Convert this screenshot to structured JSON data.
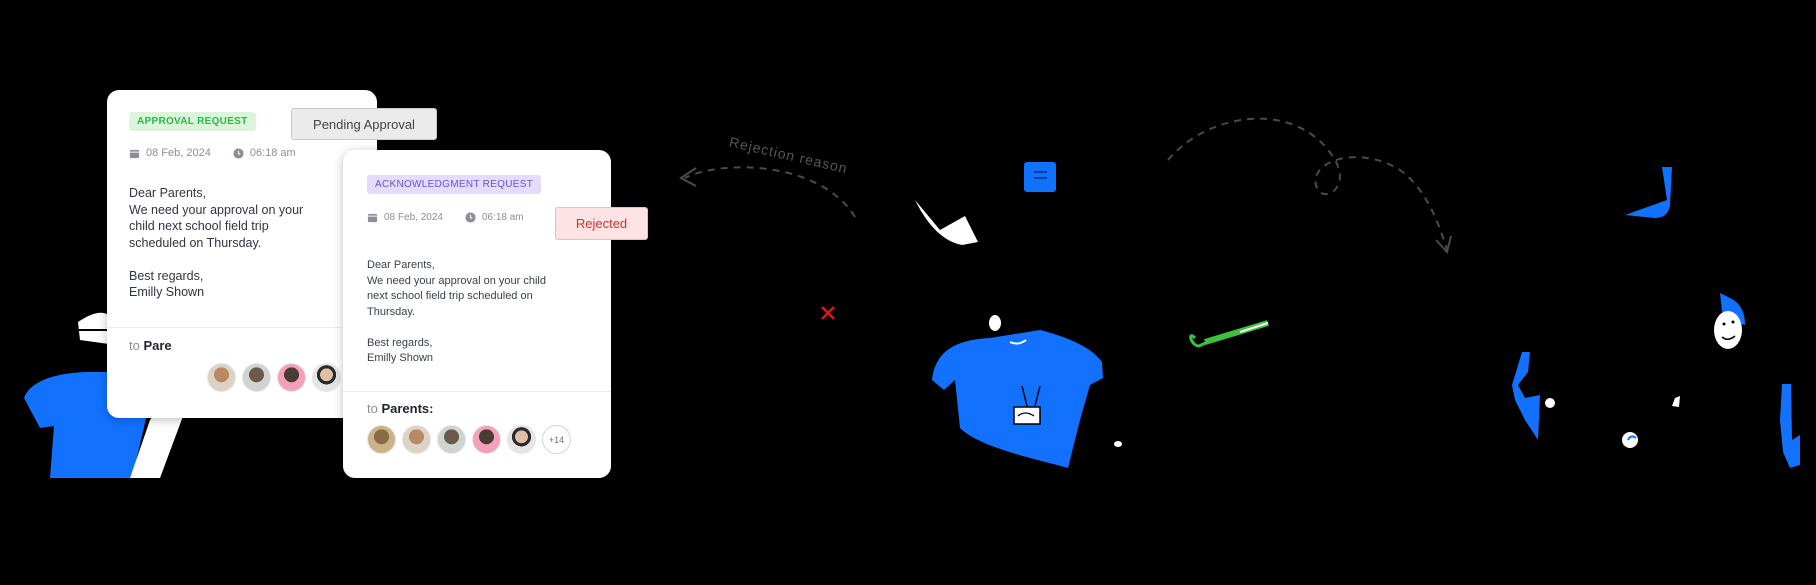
{
  "approval_card": {
    "badge": "APPROVAL REQUEST",
    "date": "08 Feb, 2024",
    "time": "06:18 am",
    "message": "Dear Parents,\nWe need your approval on your\nchild next school field trip\nscheduled on Thursday.\n\nBest regards,\nEmilly Shown",
    "to_prefix": "to",
    "to_target": "Pare",
    "status": "Pending Approval"
  },
  "ack_card": {
    "badge": "ACKNOWLEDGMENT REQUEST",
    "date": "08 Feb, 2024",
    "time": "06:18 am",
    "message": "Dear Parents,\nWe need your approval on your child\nnext school field trip scheduled on\nThursday.\n\nBest regards,\nEmilly Shown",
    "to_prefix": "to",
    "to_target": "Parents:",
    "more_count": "+14",
    "status": "Rejected"
  },
  "flow": {
    "rejection_label": "Rejection reason"
  },
  "colors": {
    "accent_blue": "#1271ff",
    "approval_green": "#2fb84a",
    "ack_purple": "#6d4fd8",
    "rejected_red": "#c7363b",
    "reject_mark": "#e0161b",
    "check_green": "#3fbf3f"
  },
  "icons": [
    "calendar-icon",
    "clock-icon",
    "cross-icon",
    "check-icon"
  ]
}
